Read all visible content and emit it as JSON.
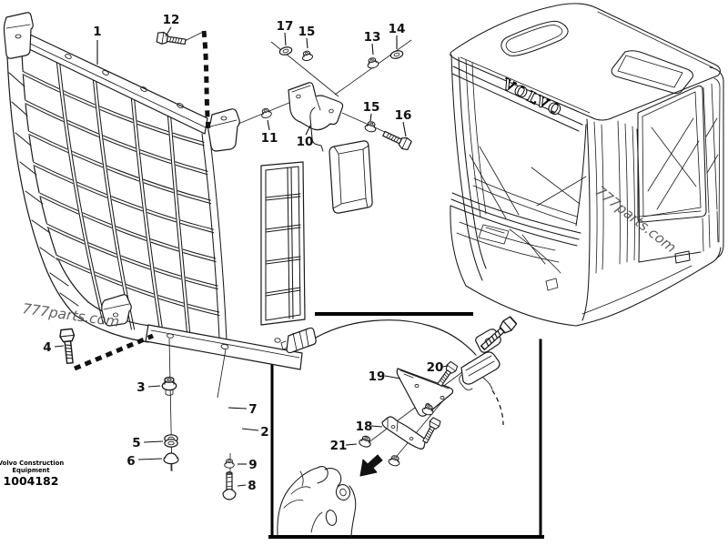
{
  "document": {
    "type": "parts-diagram",
    "background": "#ffffff",
    "line_color": "#1a1a1a",
    "label_color": "#111111",
    "watermark_color": "#3f3f3f"
  },
  "brand": {
    "cab_logo": "VOLVO"
  },
  "watermarks": {
    "left": "777parts.com",
    "cab": "777parts.com"
  },
  "footer": {
    "company_line1": "Volvo Construction",
    "company_line2": "Equipment",
    "part_number": "1004182"
  },
  "callouts": [
    {
      "text": "1"
    },
    {
      "text": "12"
    },
    {
      "text": "17"
    },
    {
      "text": "15"
    },
    {
      "text": "13"
    },
    {
      "text": "14"
    },
    {
      "text": "11"
    },
    {
      "text": "10"
    },
    {
      "text": "15"
    },
    {
      "text": "16"
    },
    {
      "text": "4"
    },
    {
      "text": "3"
    },
    {
      "text": "7"
    },
    {
      "text": "2"
    },
    {
      "text": "5"
    },
    {
      "text": "6"
    },
    {
      "text": "9"
    },
    {
      "text": "8"
    },
    {
      "text": "19"
    },
    {
      "text": "20"
    },
    {
      "text": "18"
    },
    {
      "text": "21"
    }
  ]
}
